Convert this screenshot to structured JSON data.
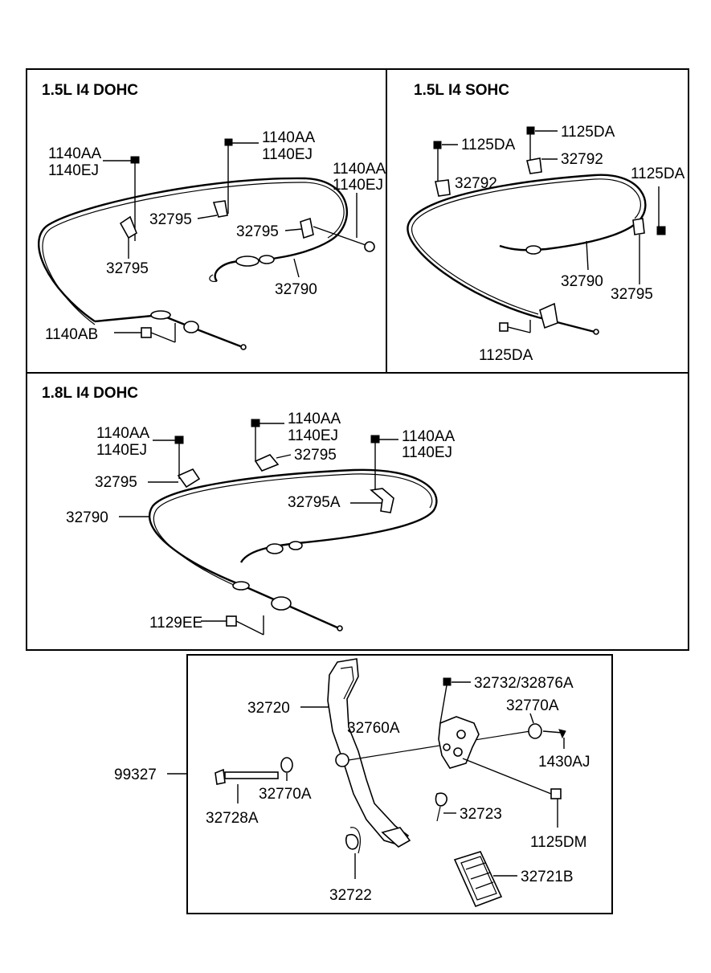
{
  "sections": {
    "dohc15": {
      "title": "1.5L I4 DOHC",
      "labels": {
        "bolt_left": "1140AA\n1140EJ",
        "bolt_mid": "1140AA\n1140EJ",
        "bolt_right": "1140AA\n1140EJ",
        "clamp_a": "32795",
        "clamp_b": "32795",
        "clamp_c": "32795",
        "cable": "32790",
        "bolt_lower": "1140AB"
      }
    },
    "sohc15": {
      "title": "1.5L I4 SOHC",
      "labels": {
        "bolt_a": "1125DA",
        "bolt_b": "1125DA",
        "bolt_c": "1125DA",
        "bracket_a": "32792",
        "bracket_b": "32792",
        "cable": "32790",
        "clamp": "32795",
        "bolt_lower": "1125DA"
      }
    },
    "dohc18": {
      "title": "1.8L I4 DOHC",
      "labels": {
        "bolt_left": "1140AA\n1140EJ",
        "bolt_mid": "1140AA\n1140EJ",
        "bolt_right": "1140AA\n1140EJ",
        "clamp_left": "32795",
        "clamp_mid": "32795",
        "clamp_right": "32795A",
        "cable": "32790",
        "bolt_lower": "1129EE"
      }
    },
    "pedal": {
      "labels": {
        "assembly": "99327",
        "arm": "32720",
        "bushing_arm": "32760A",
        "nut_top": "32732/32876A",
        "bushing_right": "32770A",
        "clip": "1430AJ",
        "bolt_shaft": "32728A",
        "bushing_left": "32770A",
        "spring": "32723",
        "bolt_bracket": "1125DM",
        "spring_lower": "32722",
        "pad": "32721B"
      }
    }
  }
}
